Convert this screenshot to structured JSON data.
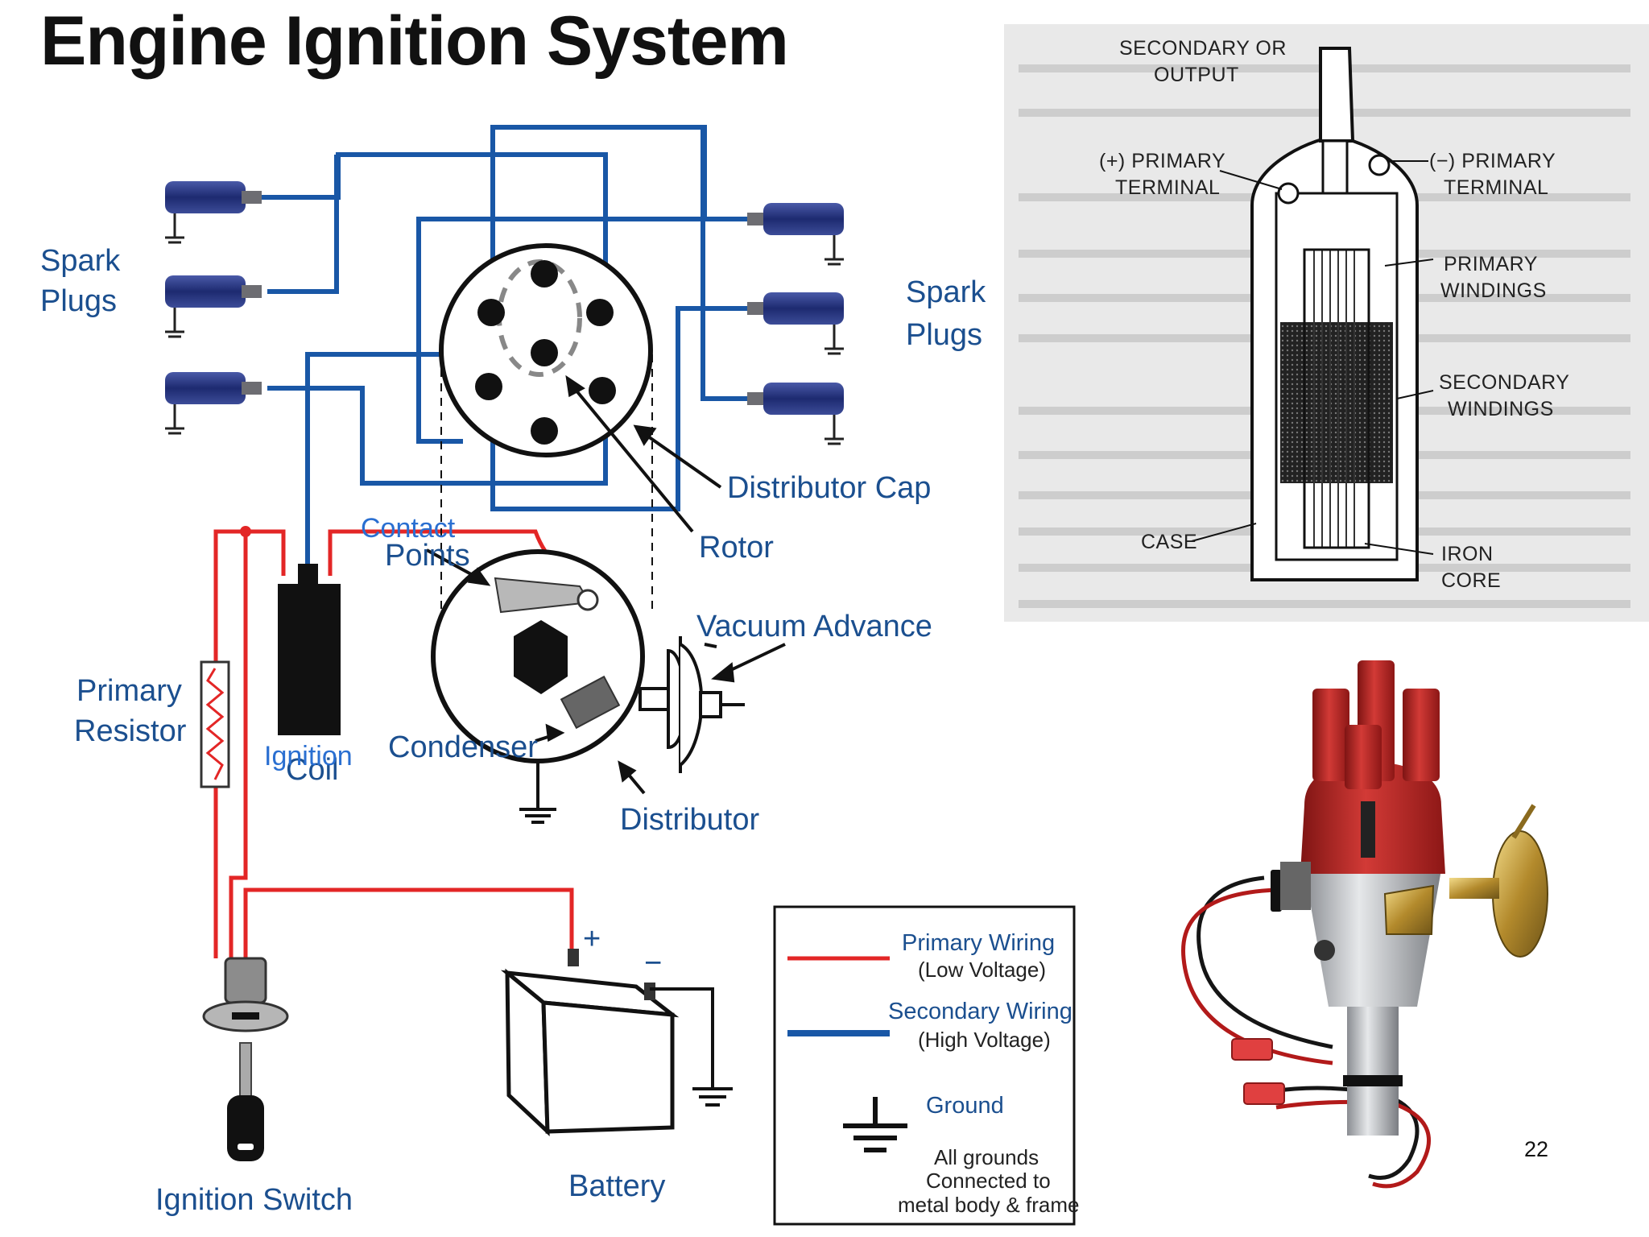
{
  "title": "Engine Ignition System",
  "page_number": "22",
  "colors": {
    "primary_wiring": "#e32626",
    "secondary_wiring": "#1957a6",
    "label_blue": "#1b4f8f",
    "distributor_cap_red": "#b5201f"
  },
  "diagram_labels": {
    "spark_plugs_left": [
      "Spark",
      "Plugs"
    ],
    "spark_plugs_right": [
      "Spark",
      "Plugs"
    ],
    "distributor_cap": "Distributor Cap",
    "rotor": "Rotor",
    "contact_points_overlay": "Contact",
    "contact_points": "Points",
    "vacuum_advance": "Vacuum Advance",
    "primary_resistor": [
      "Primary",
      "Resistor"
    ],
    "ignition_overlay": "Ignition",
    "ignition_coil": "Coil",
    "condenser": "Condenser",
    "distributor": "Distributor",
    "ignition_switch": "Ignition Switch",
    "battery": "Battery",
    "battery_plus": "+",
    "battery_minus": "−"
  },
  "legend": {
    "primary_label": "Primary Wiring",
    "primary_sub": "(Low Voltage)",
    "secondary_label": "Secondary Wiring",
    "secondary_sub": "(High Voltage)",
    "ground_label": "Ground",
    "ground_note": [
      "All grounds",
      "Connected to",
      "metal body & frame"
    ]
  },
  "coil_cutaway": {
    "secondary_output": [
      "SECONDARY OR",
      "OUTPUT"
    ],
    "plus_primary": [
      "(+) PRIMARY",
      "TERMINAL"
    ],
    "minus_primary": [
      "(−) PRIMARY",
      "TERMINAL"
    ],
    "primary_windings": [
      "PRIMARY",
      "WINDINGS"
    ],
    "secondary_windings": [
      "SECONDARY",
      "WINDINGS"
    ],
    "case": "CASE",
    "iron_core": [
      "IRON",
      "CORE"
    ]
  }
}
